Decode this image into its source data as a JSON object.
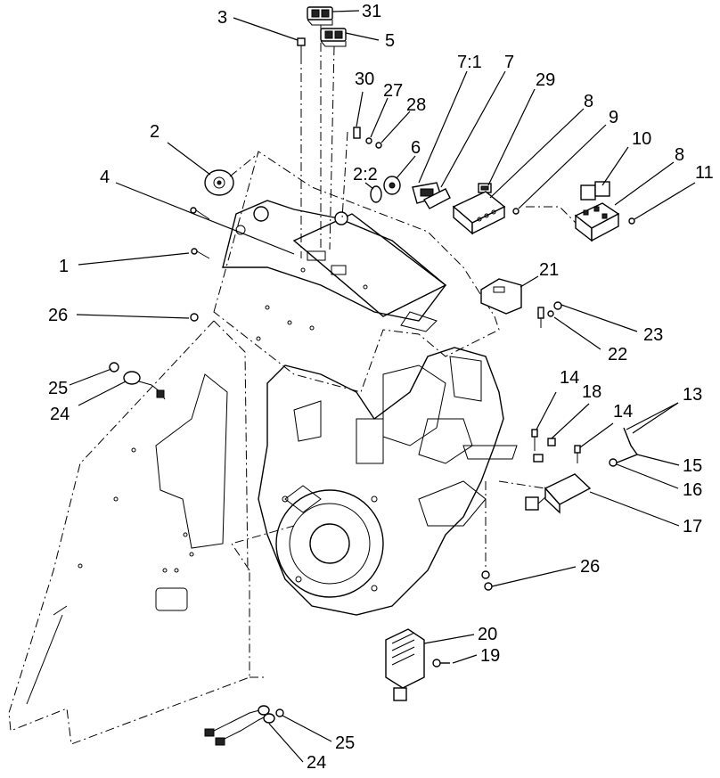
{
  "diagram": {
    "callouts": {
      "c1": "1",
      "c2": "2",
      "c2_2": "2:2",
      "c3": "3",
      "c4": "4",
      "c5": "5",
      "c6": "6",
      "c7": "7",
      "c7_1": "7:1",
      "c8a": "8",
      "c8b": "8",
      "c9": "9",
      "c10": "10",
      "c11": "11",
      "c13": "13",
      "c14a": "14",
      "c14b": "14",
      "c15": "15",
      "c16": "16",
      "c17": "17",
      "c18": "18",
      "c19": "19",
      "c20": "20",
      "c21": "21",
      "c22": "22",
      "c23": "23",
      "c24a": "24",
      "c24b": "24",
      "c25a": "25",
      "c25b": "25",
      "c26a": "26",
      "c26b": "26",
      "c27": "27",
      "c28": "28",
      "c29": "29",
      "c30": "30",
      "c31": "31"
    }
  }
}
